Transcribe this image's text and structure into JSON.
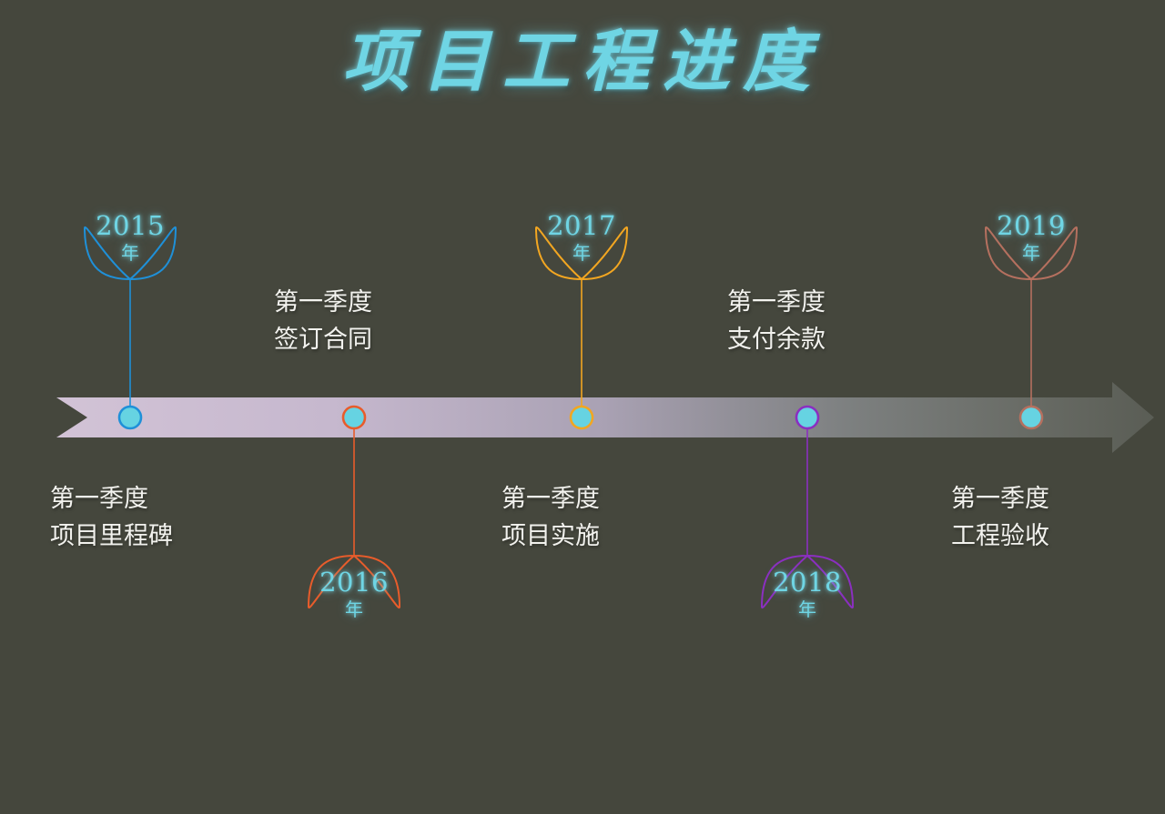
{
  "page": {
    "title": "项目工程进度",
    "background_color": "#45473D",
    "accent_text_color": "#6FD5E4",
    "caption_color": "#F2F2EE"
  },
  "timeline": {
    "bar": {
      "name": "timeline-arrow-bar",
      "gradient_start_color": "#D2C3D6",
      "gradient_mid_color": "#A9A1B3",
      "gradient_end_color": "#5E6159",
      "direction": "left-to-right"
    },
    "milestones": [
      {
        "id": "2015",
        "year_number": "2015",
        "year_suffix": "年",
        "color": "#1F90D8",
        "balloon_position": "above",
        "caption_position": "below",
        "caption_line1": "第一季度",
        "caption_line2": "项目里程碑",
        "dot_fill": "#66D3E2"
      },
      {
        "id": "2016",
        "year_number": "2016",
        "year_suffix": "年",
        "color": "#E85C2B",
        "balloon_position": "below",
        "caption_position": "above",
        "caption_line1": "第一季度",
        "caption_line2": "签订合同",
        "dot_fill": "#66D3E2"
      },
      {
        "id": "2017",
        "year_number": "2017",
        "year_suffix": "年",
        "color": "#F2A621",
        "balloon_position": "above",
        "caption_position": "below",
        "caption_line1": "第一季度",
        "caption_line2": "项目实施",
        "dot_fill": "#66D3E2"
      },
      {
        "id": "2018",
        "year_number": "2018",
        "year_suffix": "年",
        "color": "#8B2FC0",
        "balloon_position": "below",
        "caption_position": "above",
        "caption_line1": "第一季度",
        "caption_line2": "支付余款",
        "dot_fill": "#66D3E2"
      },
      {
        "id": "2019",
        "year_number": "2019",
        "year_suffix": "年",
        "color": "#B5705F",
        "balloon_position": "above",
        "caption_position": "below",
        "caption_line1": "第一季度",
        "caption_line2": "工程验收",
        "dot_fill": "#66D3E2"
      }
    ]
  }
}
